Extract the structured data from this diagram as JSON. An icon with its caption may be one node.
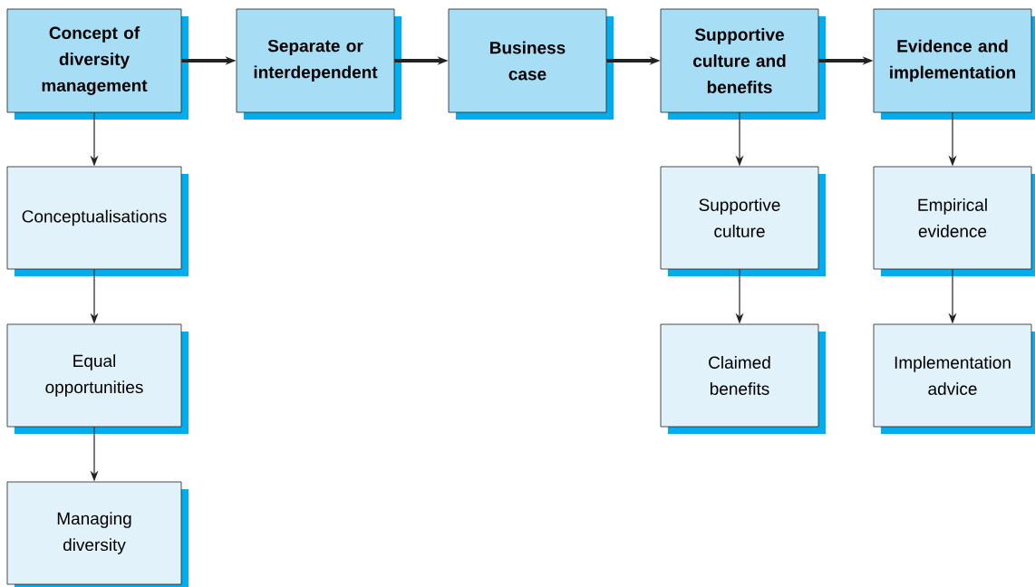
{
  "diagram": {
    "nodes": [
      {
        "text": [
          "Concept of diversity management"
        ]
      },
      {
        "text": [
          "Separate or interdependent"
        ]
      },
      {
        "text": [
          "Business case"
        ]
      },
      {
        "text": [
          "Supportive culture and benefits"
        ]
      },
      {
        "text": [
          "Evidence and implementation"
        ]
      },
      {
        "text": [
          "Conceptualisations"
        ]
      },
      {
        "text": [
          "Equal opportunities"
        ]
      },
      {
        "text": [
          "Managing diversity"
        ]
      },
      {
        "text": [
          "Supportive culture"
        ]
      },
      {
        "text": [
          "Claimed benefits"
        ]
      },
      {
        "text": [
          "Empirical evidence"
        ]
      },
      {
        "text": [
          "Implementation advice"
        ]
      }
    ],
    "edges": [
      {
        "from": 0,
        "to": 1,
        "arrow": "to",
        "style": "thick"
      },
      {
        "from": 1,
        "to": 2,
        "arrow": "to",
        "style": "thick"
      },
      {
        "from": 2,
        "to": 3,
        "arrow": "to",
        "style": "thick"
      },
      {
        "from": 3,
        "to": 4,
        "arrow": "to",
        "style": "thick"
      },
      {
        "from": 0,
        "to": 5,
        "arrow": "to"
      },
      {
        "from": 5,
        "to": 6,
        "arrow": "to"
      },
      {
        "from": 6,
        "to": 7,
        "arrow": "to"
      },
      {
        "from": 3,
        "to": 8,
        "arrow": "to"
      },
      {
        "from": 8,
        "to": 9,
        "arrow": "to"
      },
      {
        "from": 4,
        "to": 10,
        "arrow": "to"
      },
      {
        "from": 10,
        "to": 11,
        "arrow": "to"
      }
    ]
  }
}
